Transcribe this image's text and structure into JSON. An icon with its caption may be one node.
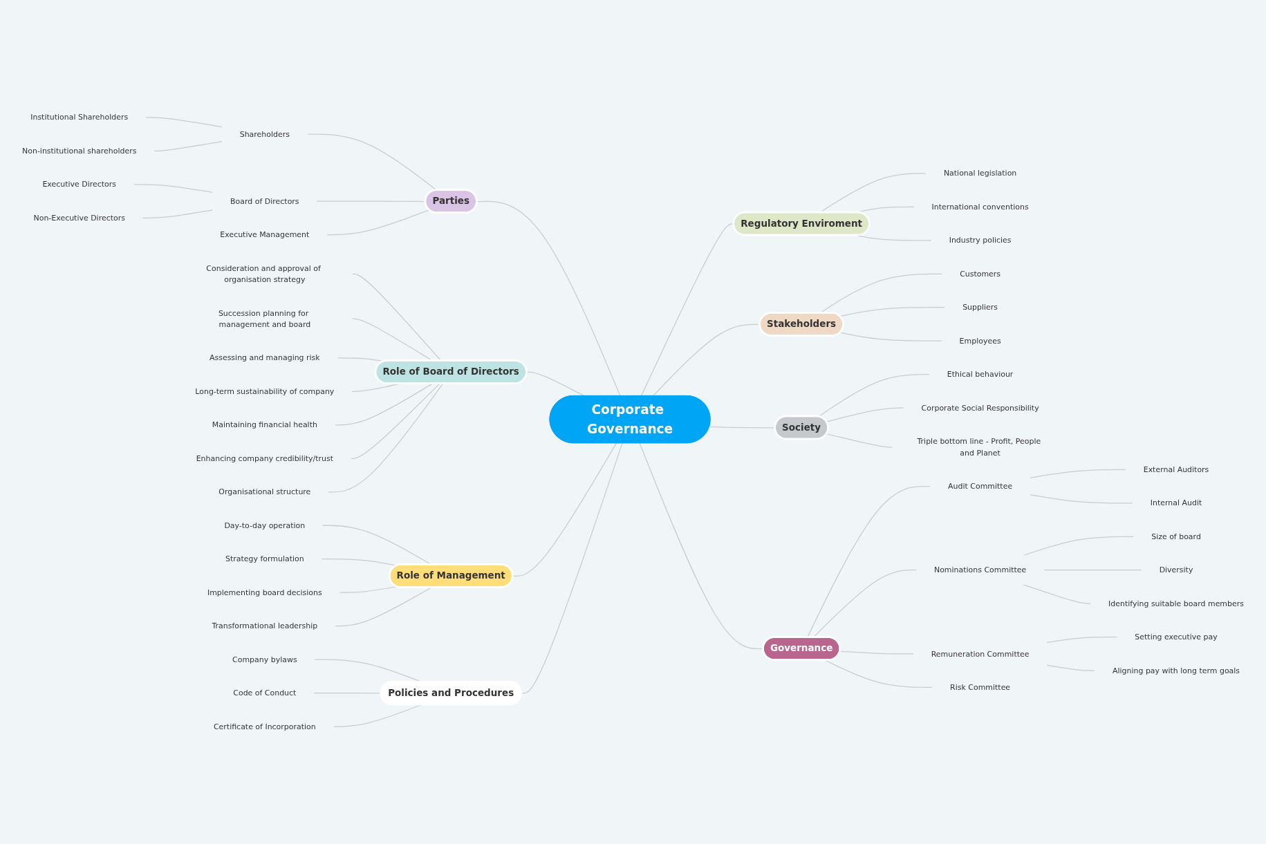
{
  "diagram": {
    "nodes": [
      {
        "text": [
          "Corporate Governance"
        ]
      },
      {
        "text": [
          "Parties"
        ]
      },
      {
        "text": [
          "Shareholders"
        ]
      },
      {
        "text": [
          "Institutional Shareholders"
        ]
      },
      {
        "text": [
          "Non-institutional shareholders"
        ]
      },
      {
        "text": [
          "Board of Directors"
        ]
      },
      {
        "text": [
          "Executive Directors"
        ]
      },
      {
        "text": [
          "Non-Executive Directors"
        ]
      },
      {
        "text": [
          "Executive Management"
        ]
      },
      {
        "text": [
          "Role of Board of Directors"
        ]
      },
      {
        "text": [
          "Consideration and approval of organisation strategy"
        ]
      },
      {
        "text": [
          "Succession planning for management and board"
        ]
      },
      {
        "text": [
          "Assessing and managing risk"
        ]
      },
      {
        "text": [
          "Long-term sustainability of company"
        ]
      },
      {
        "text": [
          "Maintaining financial health"
        ]
      },
      {
        "text": [
          "Enhancing company credibility/trust"
        ]
      },
      {
        "text": [
          "Organisational structure"
        ]
      },
      {
        "text": [
          "Role of Management"
        ]
      },
      {
        "text": [
          "Day-to-day operation"
        ]
      },
      {
        "text": [
          "Strategy formulation"
        ]
      },
      {
        "text": [
          "Implementing board decisions"
        ]
      },
      {
        "text": [
          "Transformational leadership"
        ]
      },
      {
        "text": [
          "Policies and Procedures"
        ]
      },
      {
        "text": [
          "Company bylaws"
        ]
      },
      {
        "text": [
          "Code of Conduct"
        ]
      },
      {
        "text": [
          "Certificate of Incorporation"
        ]
      },
      {
        "text": [
          "Regulatory Enviroment"
        ]
      },
      {
        "text": [
          "National legislation"
        ]
      },
      {
        "text": [
          "International conventions"
        ]
      },
      {
        "text": [
          "Industry policies"
        ]
      },
      {
        "text": [
          "Stakeholders"
        ]
      },
      {
        "text": [
          "Customers"
        ]
      },
      {
        "text": [
          "Suppliers"
        ]
      },
      {
        "text": [
          "Employees"
        ]
      },
      {
        "text": [
          "Society"
        ]
      },
      {
        "text": [
          "Ethical behaviour"
        ]
      },
      {
        "text": [
          "Corporate Social Responsibility"
        ]
      },
      {
        "text": [
          "Triple bottom line - Profit, People and Planet"
        ]
      },
      {
        "text": [
          "Governance"
        ]
      },
      {
        "text": [
          "Audit Committee"
        ]
      },
      {
        "text": [
          "External Auditors"
        ]
      },
      {
        "text": [
          "Internal Audit"
        ]
      },
      {
        "text": [
          "Nominations Committee"
        ]
      },
      {
        "text": [
          "Size of board"
        ]
      },
      {
        "text": [
          "Diversity"
        ]
      },
      {
        "text": [
          "Identifying suitable board members"
        ]
      },
      {
        "text": [
          "Remuneration Committee"
        ]
      },
      {
        "text": [
          "Setting executive pay"
        ]
      },
      {
        "text": [
          "Aligning pay with long term goals"
        ]
      },
      {
        "text": [
          "Risk Committee"
        ]
      }
    ],
    "edges": [
      {
        "from": 0,
        "to": 1,
        "arrow": "none"
      },
      {
        "from": 1,
        "to": 2,
        "arrow": "none"
      },
      {
        "from": 2,
        "to": 3,
        "arrow": "none"
      },
      {
        "from": 2,
        "to": 4,
        "arrow": "none"
      },
      {
        "from": 1,
        "to": 5,
        "arrow": "none"
      },
      {
        "from": 5,
        "to": 6,
        "arrow": "none"
      },
      {
        "from": 5,
        "to": 7,
        "arrow": "none"
      },
      {
        "from": 1,
        "to": 8,
        "arrow": "none"
      },
      {
        "from": 0,
        "to": 9,
        "arrow": "none"
      },
      {
        "from": 9,
        "to": 10,
        "arrow": "none"
      },
      {
        "from": 9,
        "to": 11,
        "arrow": "none"
      },
      {
        "from": 9,
        "to": 12,
        "arrow": "none"
      },
      {
        "from": 9,
        "to": 13,
        "arrow": "none"
      },
      {
        "from": 9,
        "to": 14,
        "arrow": "none"
      },
      {
        "from": 9,
        "to": 15,
        "arrow": "none"
      },
      {
        "from": 9,
        "to": 16,
        "arrow": "none"
      },
      {
        "from": 0,
        "to": 17,
        "arrow": "none"
      },
      {
        "from": 17,
        "to": 18,
        "arrow": "none"
      },
      {
        "from": 17,
        "to": 19,
        "arrow": "none"
      },
      {
        "from": 17,
        "to": 20,
        "arrow": "none"
      },
      {
        "from": 17,
        "to": 21,
        "arrow": "none"
      },
      {
        "from": 0,
        "to": 22,
        "arrow": "none"
      },
      {
        "from": 22,
        "to": 23,
        "arrow": "none"
      },
      {
        "from": 22,
        "to": 24,
        "arrow": "none"
      },
      {
        "from": 22,
        "to": 25,
        "arrow": "none"
      },
      {
        "from": 0,
        "to": 26,
        "arrow": "none"
      },
      {
        "from": 26,
        "to": 27,
        "arrow": "none"
      },
      {
        "from": 26,
        "to": 28,
        "arrow": "none"
      },
      {
        "from": 26,
        "to": 29,
        "arrow": "none"
      },
      {
        "from": 0,
        "to": 30,
        "arrow": "none"
      },
      {
        "from": 30,
        "to": 31,
        "arrow": "none"
      },
      {
        "from": 30,
        "to": 32,
        "arrow": "none"
      },
      {
        "from": 30,
        "to": 33,
        "arrow": "none"
      },
      {
        "from": 0,
        "to": 34,
        "arrow": "none"
      },
      {
        "from": 34,
        "to": 35,
        "arrow": "none"
      },
      {
        "from": 34,
        "to": 36,
        "arrow": "none"
      },
      {
        "from": 34,
        "to": 37,
        "arrow": "none"
      },
      {
        "from": 0,
        "to": 38,
        "arrow": "none"
      },
      {
        "from": 38,
        "to": 39,
        "arrow": "none"
      },
      {
        "from": 39,
        "to": 40,
        "arrow": "none"
      },
      {
        "from": 39,
        "to": 41,
        "arrow": "none"
      },
      {
        "from": 38,
        "to": 42,
        "arrow": "none"
      },
      {
        "from": 42,
        "to": 43,
        "arrow": "none"
      },
      {
        "from": 42,
        "to": 44,
        "arrow": "none"
      },
      {
        "from": 42,
        "to": 45,
        "arrow": "none"
      },
      {
        "from": 38,
        "to": 46,
        "arrow": "none"
      },
      {
        "from": 46,
        "to": 47,
        "arrow": "none"
      },
      {
        "from": 46,
        "to": 48,
        "arrow": "none"
      },
      {
        "from": 38,
        "to": 49,
        "arrow": "none"
      }
    ]
  }
}
